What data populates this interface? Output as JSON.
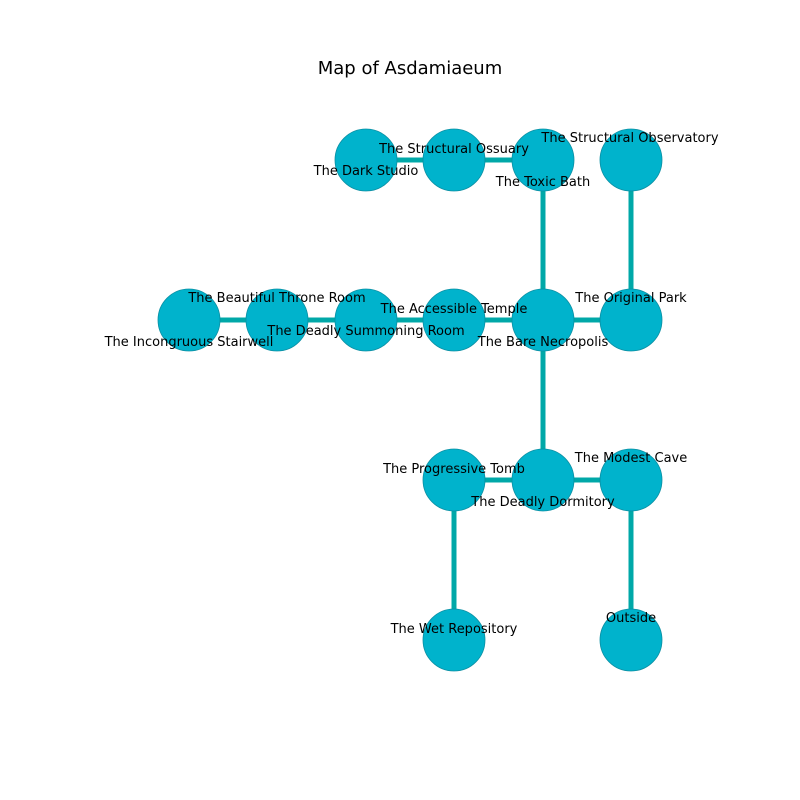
{
  "title": "Map of Asdamiaeum",
  "colors": {
    "node_fill": "#00b3cc",
    "node_stroke": "#0a8fa3",
    "edge": "#00a8a8",
    "text": "#000000"
  },
  "nodes": {
    "dark_studio": "The Dark Studio",
    "structural_ossuary": "The Structural Ossuary",
    "toxic_bath": "The Toxic Bath",
    "structural_observatory": "The Structural Observatory",
    "incongruous_stairwell": "The Incongruous Stairwell",
    "beautiful_throne_room": "The Beautiful Throne Room",
    "deadly_summoning_room": "The Deadly Summoning Room",
    "accessible_temple": "The Accessible Temple",
    "bare_necropolis": "The Bare Necropolis",
    "original_park": "The Original Park",
    "progressive_tomb": "The Progressive Tomb",
    "deadly_dormitory": "The Deadly Dormitory",
    "modest_cave": "The Modest Cave",
    "wet_repository": "The Wet Repository",
    "outside": "Outside"
  }
}
